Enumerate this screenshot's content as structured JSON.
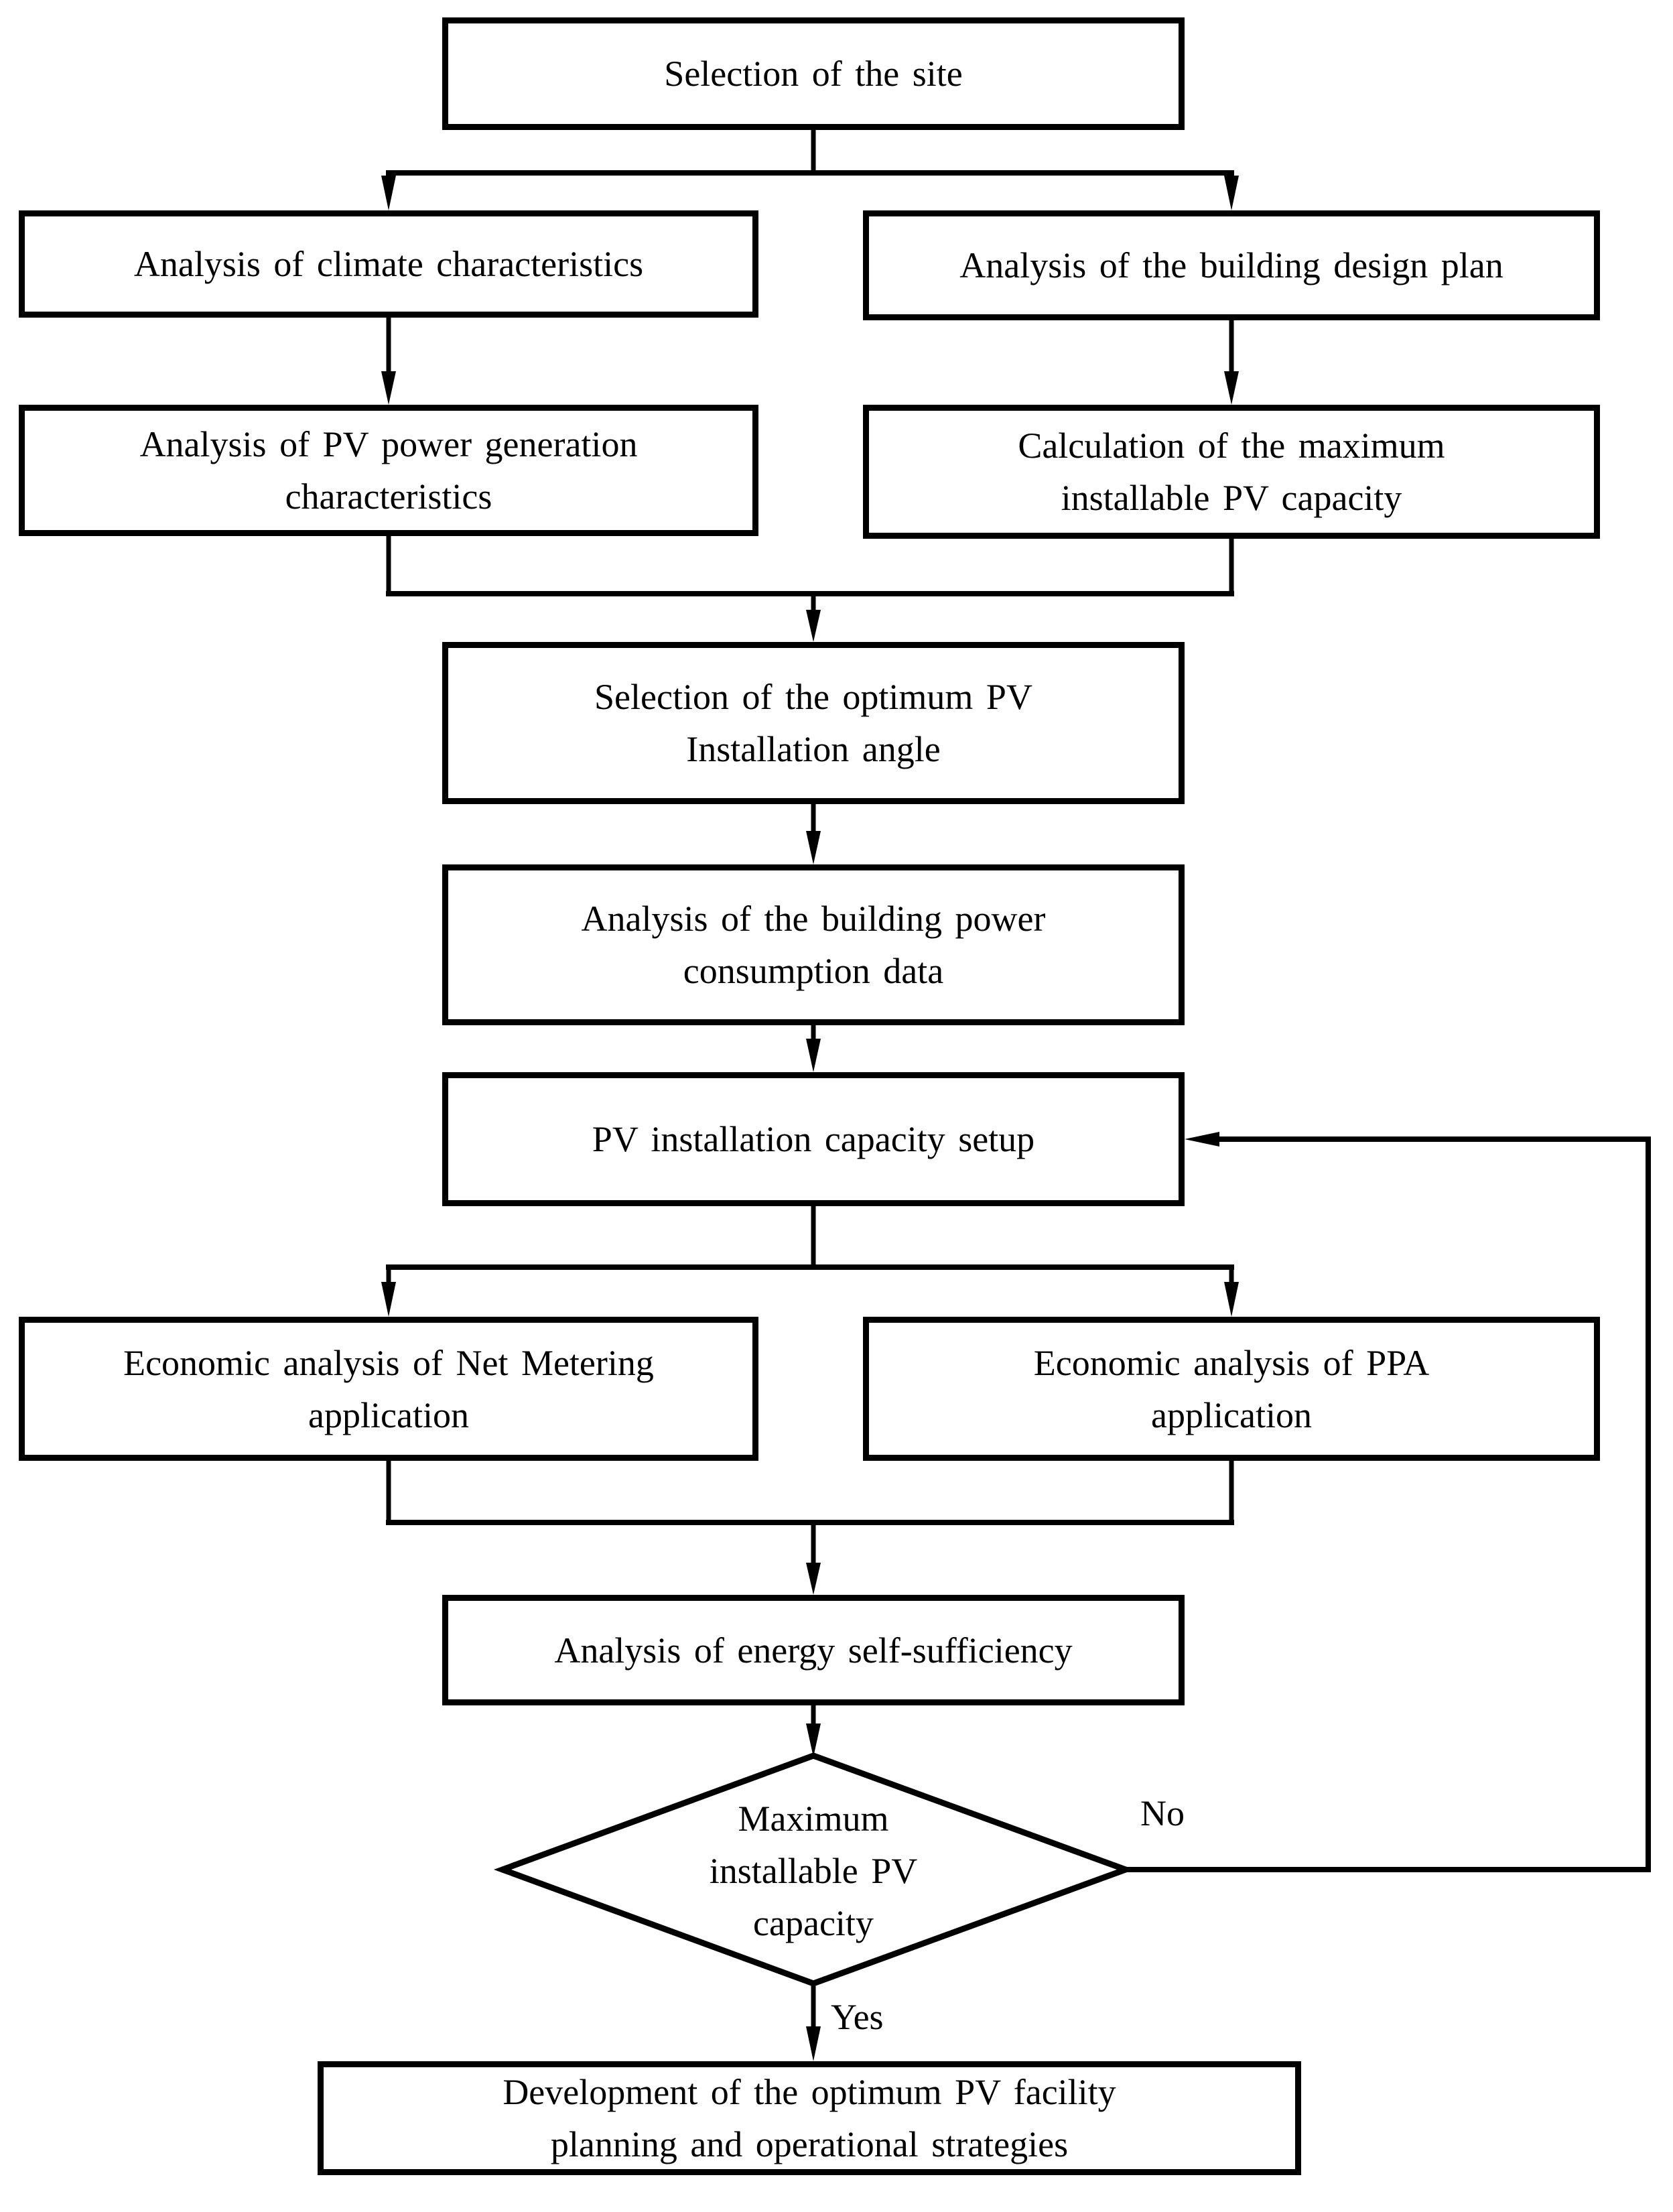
{
  "diagram": {
    "title": "PV facility planning flowchart",
    "colors": {
      "line": "#000000",
      "background": "#ffffff",
      "node_fill": "#ffffff"
    },
    "nodes": {
      "selection_site": {
        "type": "process",
        "lines": [
          "Selection of the site"
        ]
      },
      "climate": {
        "type": "process",
        "lines": [
          "Analysis of climate characteristics"
        ]
      },
      "building_design": {
        "type": "process",
        "lines": [
          "Analysis of the building design plan"
        ]
      },
      "pv_generation": {
        "type": "process",
        "lines": [
          "Analysis of PV power generation",
          "characteristics"
        ]
      },
      "max_capacity_calc": {
        "type": "process",
        "lines": [
          "Calculation of the maximum",
          "installable PV capacity"
        ]
      },
      "optimum_angle": {
        "type": "process",
        "lines": [
          "Selection of the optimum PV",
          "Installation angle"
        ]
      },
      "power_consumption": {
        "type": "process",
        "lines": [
          "Analysis of the building power",
          "consumption data"
        ]
      },
      "capacity_setup": {
        "type": "process",
        "lines": [
          "PV installation capacity setup"
        ]
      },
      "net_metering": {
        "type": "process",
        "lines": [
          "Economic analysis of Net Metering",
          "application"
        ]
      },
      "ppa": {
        "type": "process",
        "lines": [
          "Economic analysis of PPA",
          "application"
        ]
      },
      "self_sufficiency": {
        "type": "process",
        "lines": [
          "Analysis of energy self-sufficiency"
        ]
      },
      "decision": {
        "type": "decision",
        "lines": [
          "Maximum",
          "installable PV",
          "capacity"
        ]
      },
      "development": {
        "type": "process",
        "lines": [
          "Development of the optimum PV facility",
          "planning and operational strategies"
        ]
      }
    },
    "edge_labels": {
      "no": "No",
      "yes": "Yes"
    }
  }
}
